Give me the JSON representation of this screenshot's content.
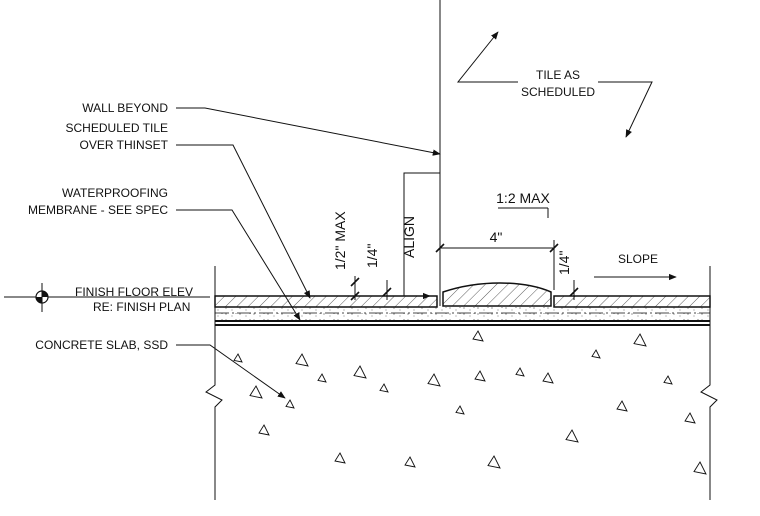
{
  "labels": {
    "wall_beyond": "WALL BEYOND",
    "scheduled_tile_1": "SCHEDULED TILE",
    "scheduled_tile_2": "OVER THINSET",
    "waterproofing_1": "WATERPROOFING",
    "waterproofing_2": "MEMBRANE - SEE SPEC",
    "finish_floor_1": "FINISH FLOOR ELEV",
    "finish_floor_2": "RE: FINISH PLAN",
    "concrete_slab": "CONCRETE SLAB, SSD",
    "tile_as_1": "TILE AS",
    "tile_as_2": "SCHEDULED",
    "slope": "SLOPE"
  },
  "dimensions": {
    "half_max": "1/2\" MAX",
    "quarter_left": "1/4\"",
    "align": "ALIGN",
    "ratio": "1:2 MAX",
    "width": "4\"",
    "quarter_right": "1/4\""
  },
  "icons": {
    "elevation_marker": "elevation-target-icon",
    "break_line": "break-line-icon",
    "slope_arrow": "arrow-right-icon"
  }
}
